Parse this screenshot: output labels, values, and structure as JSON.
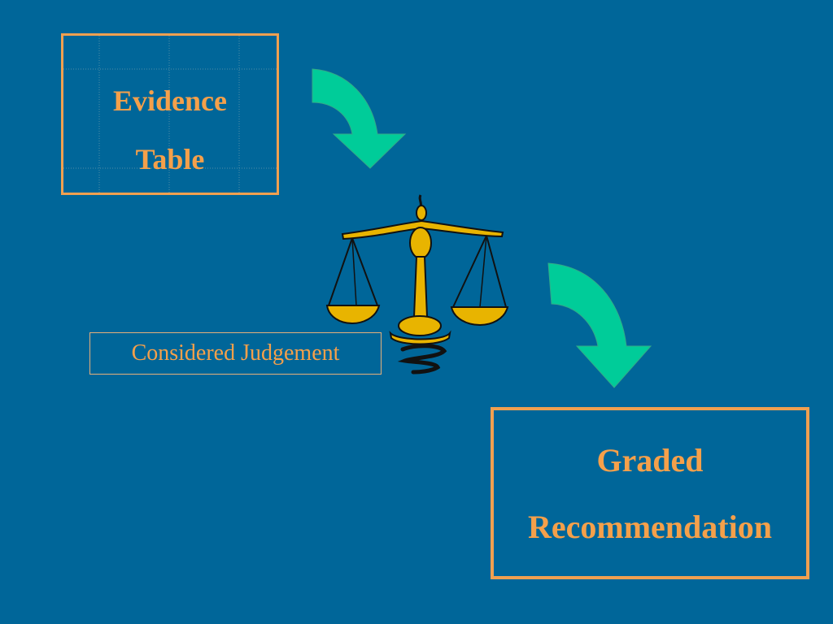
{
  "evidence_box": {
    "line1": "Evidence",
    "line2": "Table"
  },
  "judgement_label": "Considered Judgement",
  "graded_box": {
    "line1": "Graded",
    "line2": "Recommendation"
  },
  "icons": {
    "arrows": "curved-down-arrow-icon",
    "scales": "scales-of-justice-icon"
  },
  "colors": {
    "background": "#006699",
    "text": "#F5A04A",
    "border": "#F0A050",
    "arrow_fill": "#00CC99",
    "scale_gold": "#E8B400"
  }
}
